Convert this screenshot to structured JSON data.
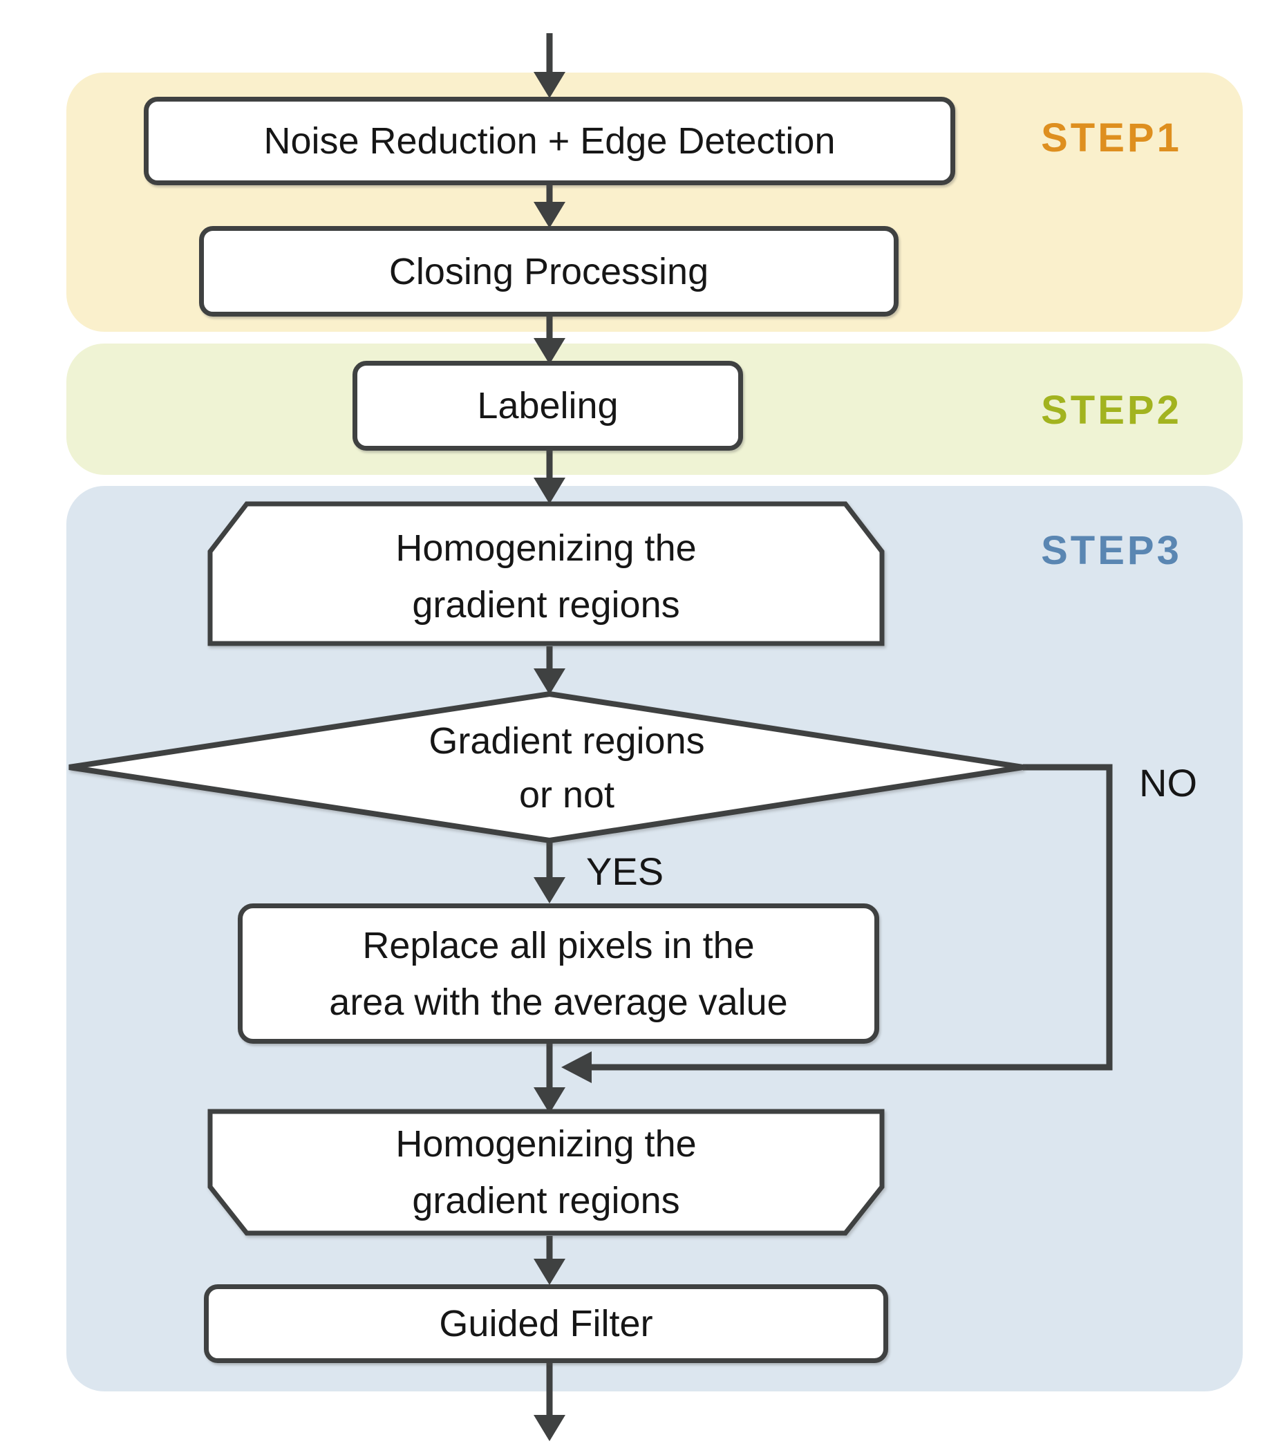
{
  "steps": [
    {
      "label": "STEP1",
      "text_color": "#DE8F1F",
      "panel_color": "#FAF0CC"
    },
    {
      "label": "STEP2",
      "text_color": "#A2B31F",
      "panel_color": "#EFF3D4"
    },
    {
      "label": "STEP3",
      "text_color": "#5A86B2",
      "panel_color": "#DCE6EF"
    }
  ],
  "nodes": {
    "noise_edge": {
      "label": "Noise Reduction + Edge Detection",
      "shape": "rounded-rect"
    },
    "closing": {
      "label": "Closing Processing",
      "shape": "rounded-rect"
    },
    "labeling": {
      "label": "Labeling",
      "shape": "rounded-rect"
    },
    "homogenize1": {
      "line1": "Homogenizing the",
      "line2": "gradient regions",
      "shape": "hexagon-top-corners-cut"
    },
    "decision": {
      "line1": "Gradient regions",
      "line2": "or not",
      "shape": "diamond"
    },
    "replace": {
      "line1": "Replace all pixels in the",
      "line2": "area with the average value",
      "shape": "rounded-rect"
    },
    "homogenize2": {
      "line1": "Homogenizing the",
      "line2": "gradient regions",
      "shape": "hexagon-bottom-corners-cut"
    },
    "guided": {
      "label": "Guided Filter",
      "shape": "rounded-rect"
    }
  },
  "branches": {
    "yes": "YES",
    "no": "NO"
  },
  "style": {
    "line_color": "#3F4141",
    "node_fill": "#FFFFFF",
    "text_color": "#161616"
  }
}
